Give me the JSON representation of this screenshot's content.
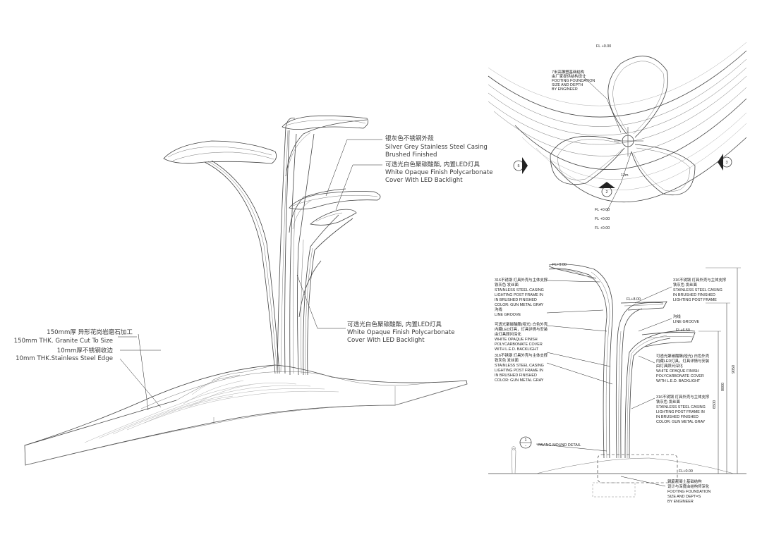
{
  "perspective_labels": {
    "casing_cn": "银灰色不锈钢外殻",
    "casing_en1": "Silver Grey Stainless Steel Casing",
    "casing_en2": "Brushed Finished",
    "cover_cn": "可透光白色聚碳酸酯, 内置LED灯具",
    "cover_en1": "White Opaque Finish Polycarbonate",
    "cover_en2": "Cover With LED Backlight",
    "cover2_cn": "可透光白色聚碳酸酯, 内置LED灯具",
    "cover2_en1": "White Opaque Finish Polycarbonate",
    "cover2_en2": "Cover With LED Backlight",
    "granite_cn": "150mm厚 异形花岗岩磨石加工",
    "granite_en": "150mm THK. Granite Cut To Size",
    "edge_cn": "10mm厚不锈钢收边",
    "edge_en": "10mm THK.Stainless Steel Edge"
  },
  "plan": {
    "fl_top": "FL +0.00",
    "note_cn1": "7米高雕塑基础结构",
    "note_cn2": "由厂家提供结构设计",
    "note_en1": "FOOTING FOUNDATION",
    "note_en2": "SIZE AND DEPTH",
    "note_en3": "BY ENGINEER",
    "fl_1": "FL +0.00",
    "fl_2": "FL +0.00",
    "fl_3": "FL +0.00",
    "marker_left": "5",
    "marker_right": "3",
    "marker_bottom": "2",
    "dim": "12m"
  },
  "elevation": {
    "fl_top": "FL+9.00",
    "fl_mid": "FL+8.00",
    "fl_low": "FL+6.50",
    "fl_ground": "FL+0.00",
    "left_notes": [
      "316不锈钢  灯具外壳与主体支撑",
      "铁灰色  发丝面",
      "STAINLESS STEEL CASING",
      "LIGHTING POST FRAME IN",
      "IN BRUSHED FINISHED",
      "COLOR: GUN METAL GRAY",
      "沟线",
      "LINE GROOVE",
      "",
      "可透光聚碳酸酯(哑光) 白色外壳",
      "内藏LED灯具，灯具详情与安装",
      "由灯具顾问深化",
      "WHITE OPAQUE FINISH",
      "POLYCARBONATE COVER",
      "WITH L.E.D. BACKLIGHT",
      "316不锈钢  灯具外壳与主体支撑",
      "铁灰色  发丝面",
      "STAINLESS STEEL CASING",
      "LIGHTING POST FRAME IN",
      "IN BRUSHED FINISHED",
      "COLOR: GUN METAL GRAY"
    ],
    "right_top_notes": [
      "316不锈钢  灯具外壳与主体支撑",
      "铁灰色  发丝面",
      "STAINLESS STEEL CASING",
      "IN BRUSHED FINISHED",
      "LIGHTING POST FRAME"
    ],
    "right_groove": [
      "沟线",
      "LINE GROOVE"
    ],
    "right_cover_notes": [
      "可透光聚碳酸酯(哑光) 白色外壳",
      "内藏LED灯具，灯具详情与安装",
      "由灯具顾问深化",
      "WHITE OPAQUE FINISH",
      "POLYCARBONATE COVER",
      "WITH L.E.D. BACKLIGHT"
    ],
    "right_casing_notes": [
      "316不锈钢  灯具外壳与主体支撑",
      "铁灰色  发丝面",
      "STAINLESS STEEL CASING",
      "LIGHTING POST FRAME IN",
      "IN BRUSHED FINISHED",
      "COLOR: GUN METAL GRAY"
    ],
    "footing_notes": [
      "钢筋混凝土基础结构",
      "设计与深度由结构师深化",
      "FOOTING FOUNDATION",
      "SIZE AND DEPT=S",
      "BY ENGINEER"
    ],
    "detail_num": "1",
    "detail_sub": "-",
    "detail_label": "PAVING MOUND DETAIL",
    "dim_total": "9050",
    "dim_mid": "8000",
    "dim_low": "6500"
  }
}
